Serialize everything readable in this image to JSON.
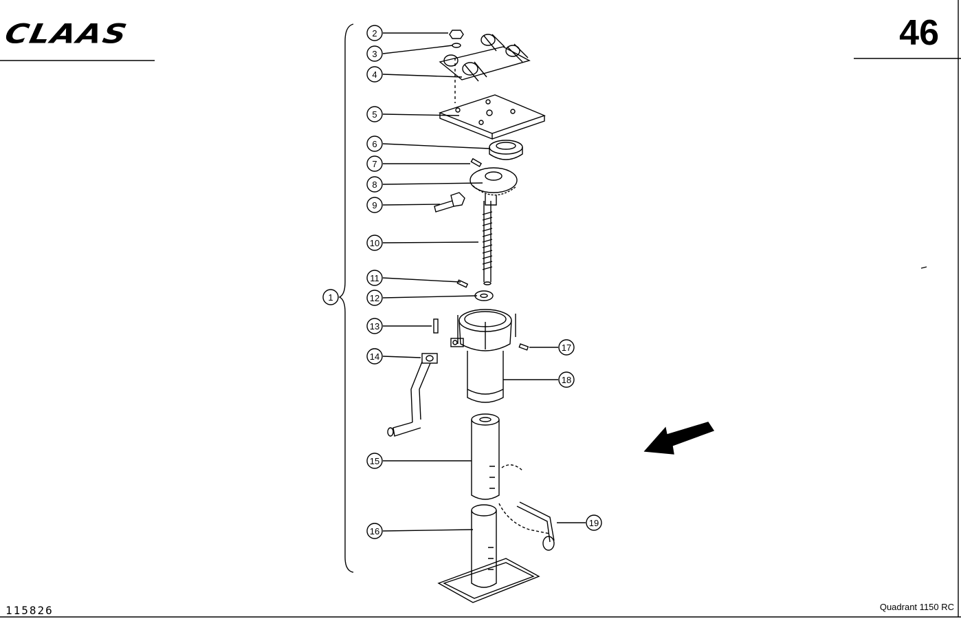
{
  "header": {
    "brand": "CLAAS",
    "page_number": "46"
  },
  "footer": {
    "part_number": "115826",
    "model": "Quadrant 1150 RC"
  },
  "callouts": [
    "1",
    "2",
    "3",
    "4",
    "5",
    "6",
    "7",
    "8",
    "9",
    "10",
    "11",
    "12",
    "13",
    "14",
    "15",
    "16",
    "17",
    "18",
    "19"
  ]
}
